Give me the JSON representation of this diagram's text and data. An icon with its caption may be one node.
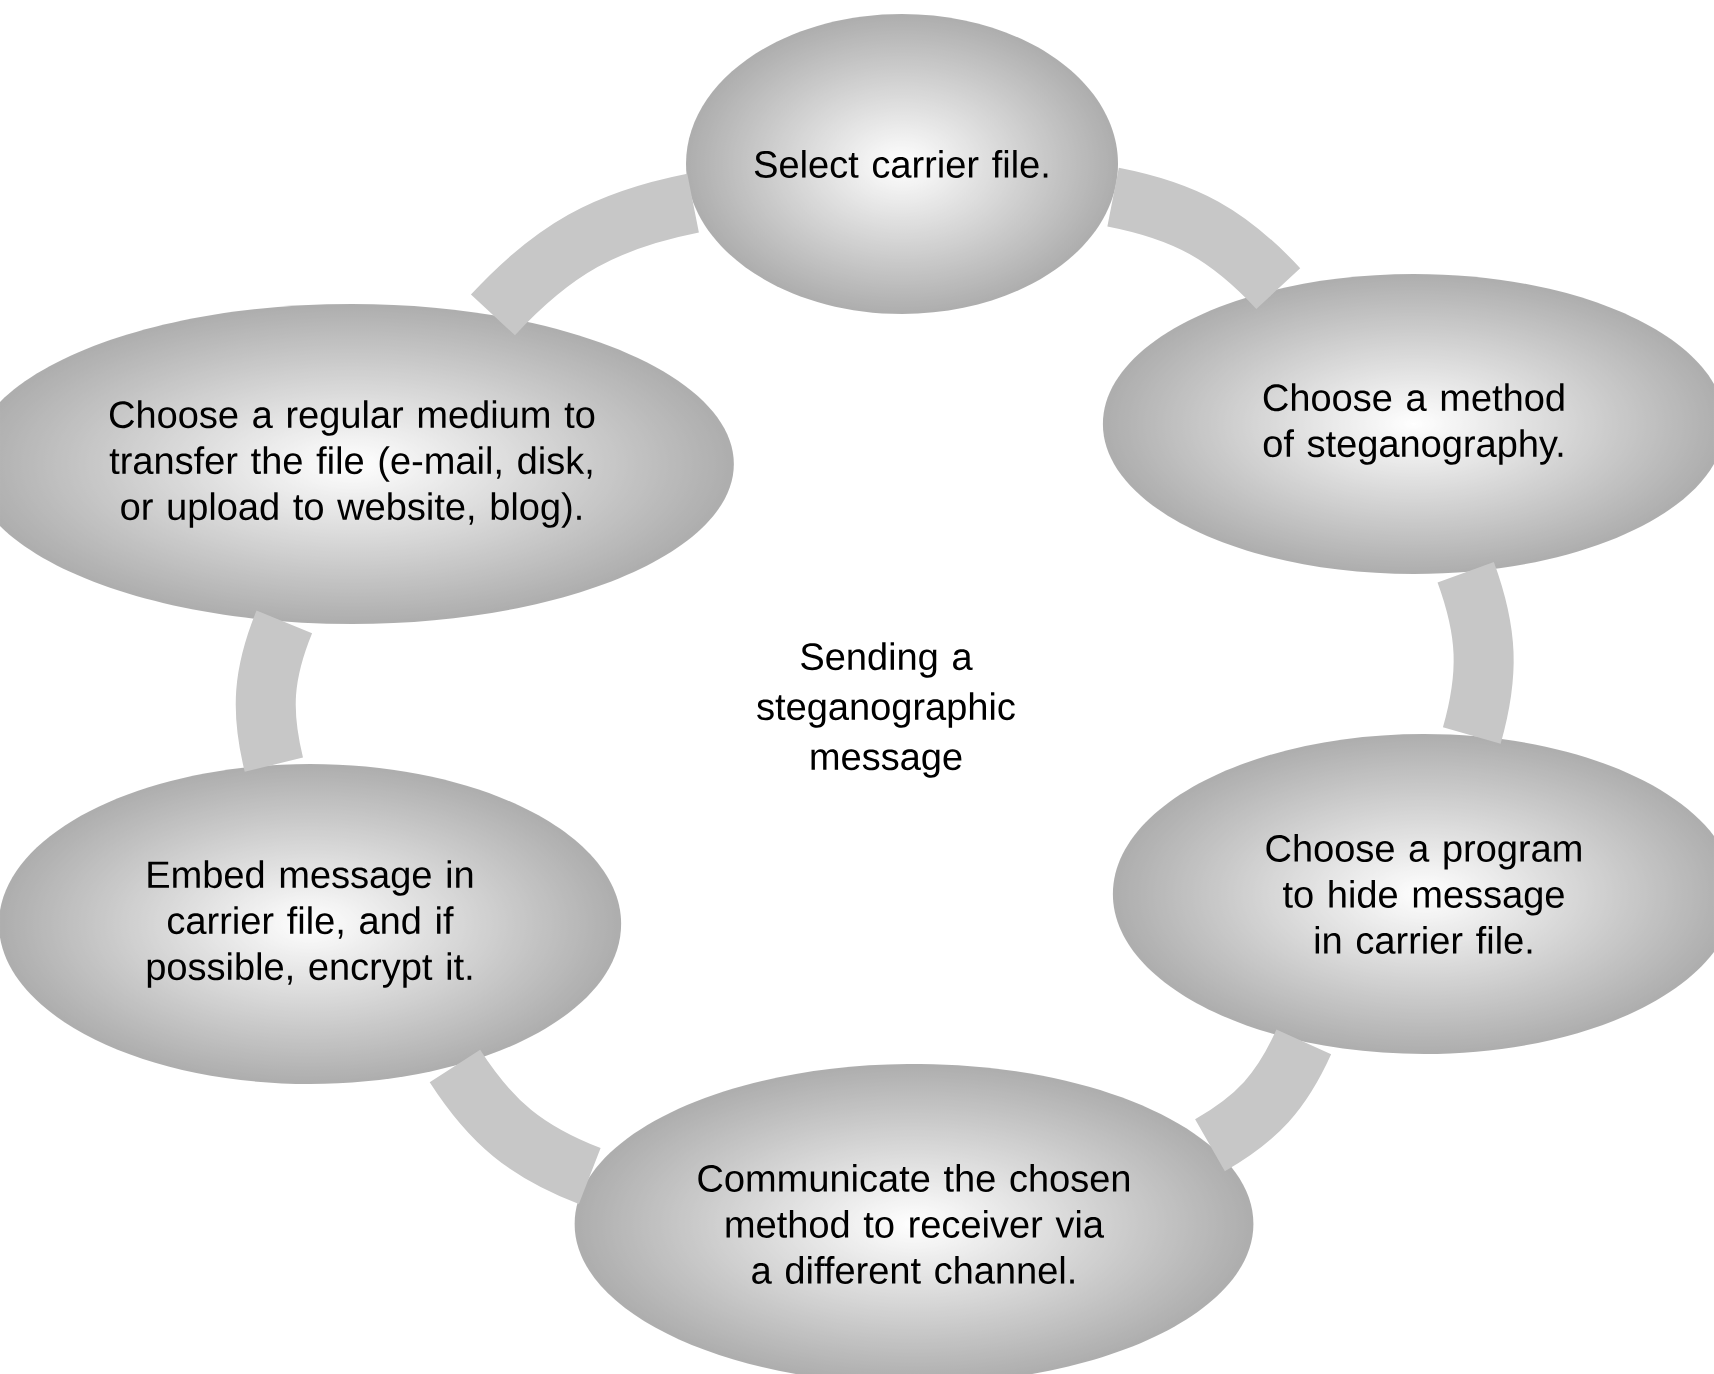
{
  "diagram": {
    "nodes": [
      {
        "text": [
          "Select carrier file."
        ]
      },
      {
        "text": [
          "Choose a regular medium to transfer the file (e-mail, disk, or upload to website, blog)."
        ]
      },
      {
        "text": [
          "Choose a method of steganography."
        ]
      },
      {
        "text": [
          "Embed message in carrier file, and if possible, encrypt it."
        ]
      },
      {
        "text": [
          "Choose a program to hide message in carrier file."
        ]
      },
      {
        "text": [
          "Communicate the chosen method to receiver via a different channel."
        ]
      }
    ],
    "edges": [
      {
        "from": 0,
        "to": 2,
        "arrow": "none"
      },
      {
        "from": 2,
        "to": 4,
        "arrow": "none"
      },
      {
        "from": 4,
        "to": 5,
        "arrow": "none"
      },
      {
        "from": 5,
        "to": 3,
        "arrow": "none"
      },
      {
        "from": 3,
        "to": 1,
        "arrow": "none"
      },
      {
        "from": 1,
        "to": 0,
        "arrow": "none"
      }
    ],
    "labels": [
      "Sending a steganographic message"
    ]
  }
}
